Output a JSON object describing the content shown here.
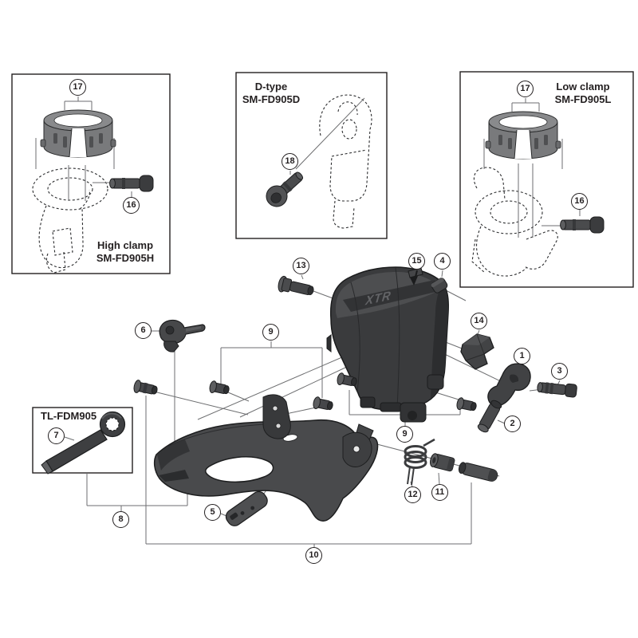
{
  "boxes": {
    "high_clamp": {
      "line1": "High clamp",
      "line2": "SM-FD905H"
    },
    "d_type": {
      "line1": "D-type",
      "line2": "SM-FD905D"
    },
    "low_clamp": {
      "line1": "Low clamp",
      "line2": "SM-FD905L"
    },
    "tool": {
      "label": "TL-FDM905"
    }
  },
  "motor": {
    "logo": "XTR"
  },
  "callouts": {
    "high_band": "17",
    "high_bolt": "16",
    "d_bolt": "18",
    "low_band": "17",
    "low_bolt": "16",
    "bolt13": "13",
    "pin15": "15",
    "cap4": "4",
    "cover14": "14",
    "lever6": "6",
    "grommets_upper": "9",
    "hook1": "1",
    "hook_bolt3": "3",
    "spacer2": "2",
    "grommets_lower": "9",
    "wrench7": "7",
    "spring12": "12",
    "bushing11": "11",
    "skid_plate5": "5",
    "bolt_set8": "8",
    "axle_set10": "10"
  },
  "colors": {
    "line": "#231f20",
    "leader": "#6d6e70",
    "part_dark": "#3a3b3d",
    "part_mid": "#4a4b4d",
    "part_light": "#7d7e80",
    "background": "#ffffff"
  }
}
